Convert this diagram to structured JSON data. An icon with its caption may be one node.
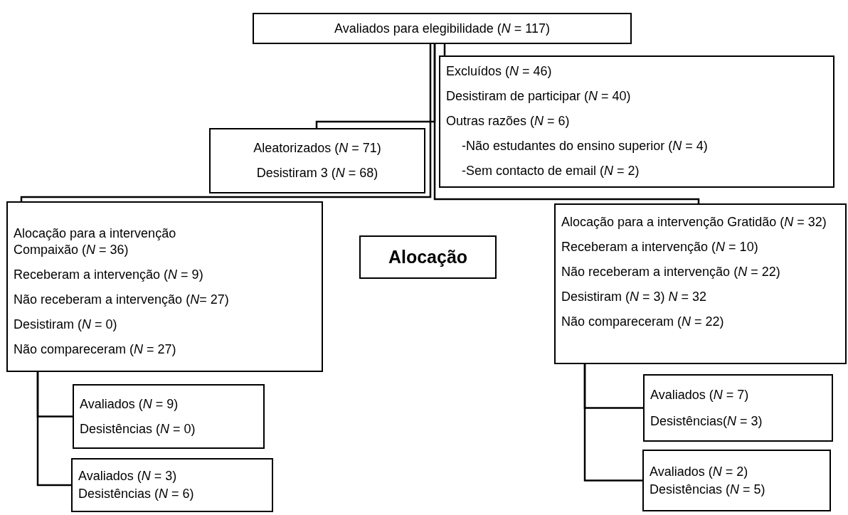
{
  "diagram": {
    "nodes": [
      {
        "text": [
          "Avaliados para elegibilidade (*N* = 117)"
        ]
      },
      {
        "text": [
          "Excluídos (*N* = 46)",
          "Desistiram de participar (*N* = 40)",
          "Outras razões (*N* = 6)",
          "-Não estudantes do ensino superior (*N* = 4)",
          "-Sem contacto de email (*N* = 2)"
        ]
      },
      {
        "text": [
          "Aleatorizados (*N* = 71)",
          "Desistiram 3 (*N* = 68)"
        ]
      },
      {
        "text": [
          "Alocação para a intervenção Compaixão (*N* = 36)",
          "Receberam a intervenção (*N* = 9)",
          "Não receberam a intervenção  (*N*= 27)",
          "Desistiram (*N* = 0)",
          "Não compareceram (*N* = 27)"
        ]
      },
      {
        "text": [
          "Alocação para a intervenção Gratidão (*N* = 32)",
          "Receberam a intervenção (*N* = 10)",
          "Não receberam a intervenção (*N* = 22)",
          "Desistiram (*N* = 3) *N* = 32",
          "Não compareceram (*N* = 22)"
        ]
      },
      {
        "text": [
          "Alocação"
        ]
      },
      {
        "text": [
          "Avaliados (*N* = 9)",
          "Desistências (*N* = 0)"
        ]
      },
      {
        "text": [
          "Avaliados (*N* = 3)",
          "Desistências (*N* = 6)"
        ]
      },
      {
        "text": [
          "Avaliados (*N* = 7)",
          "Desistências(*N* = 3)"
        ]
      },
      {
        "text": [
          "Avaliados (*N* = 2)",
          "Desistências (*N* = 5)"
        ]
      }
    ],
    "edges": [
      {
        "from": 0,
        "to": 1,
        "arrow": "none"
      },
      {
        "from": 0,
        "to": 2,
        "arrow": "none"
      },
      {
        "from": 0,
        "to": 3,
        "arrow": "none"
      },
      {
        "from": 0,
        "to": 4,
        "arrow": "none"
      },
      {
        "from": 3,
        "to": 6,
        "arrow": "none"
      },
      {
        "from": 3,
        "to": 7,
        "arrow": "none"
      },
      {
        "from": 4,
        "to": 8,
        "arrow": "none"
      },
      {
        "from": 4,
        "to": 9,
        "arrow": "none"
      }
    ]
  }
}
